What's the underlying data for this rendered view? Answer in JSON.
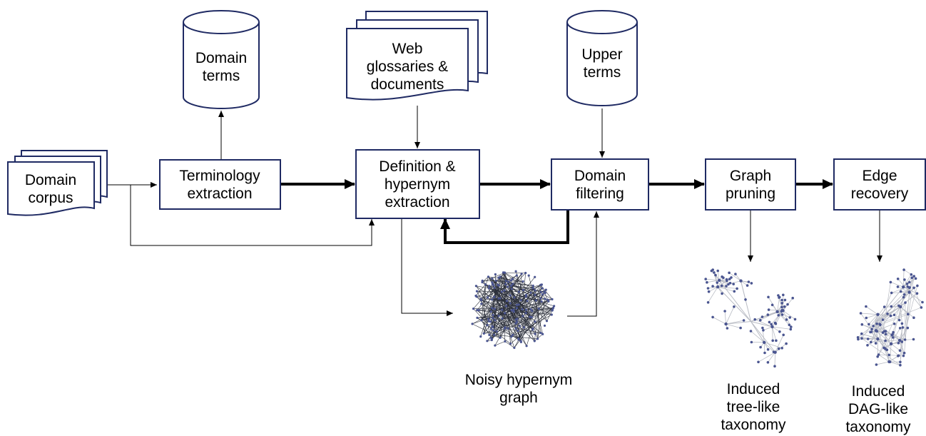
{
  "colors": {
    "stroke": "#1f2a63",
    "arrow": "#000000",
    "node": "#4a5590",
    "edge_dark": "#2b2f3a",
    "edge_light": "#b9bcc4"
  },
  "nodes": {
    "domain_corpus": [
      "Domain",
      "corpus"
    ],
    "domain_terms": [
      "Domain",
      "terms"
    ],
    "web_glossaries": [
      "Web",
      "glossaries &",
      "documents"
    ],
    "upper_terms": [
      "Upper",
      "terms"
    ],
    "terminology_extraction": [
      "Terminology",
      "extraction"
    ],
    "definition_hypernym_extraction": [
      "Definition &",
      "hypernym",
      "extraction"
    ],
    "domain_filtering": [
      "Domain",
      "filtering"
    ],
    "graph_pruning": [
      "Graph",
      "pruning"
    ],
    "edge_recovery": [
      "Edge",
      "recovery"
    ]
  },
  "captions": {
    "noisy_graph": [
      "Noisy hypernym",
      "graph"
    ],
    "tree_taxonomy": [
      "Induced",
      "tree-like",
      "taxonomy"
    ],
    "dag_taxonomy": [
      "Induced",
      "DAG-like",
      "taxonomy"
    ]
  }
}
